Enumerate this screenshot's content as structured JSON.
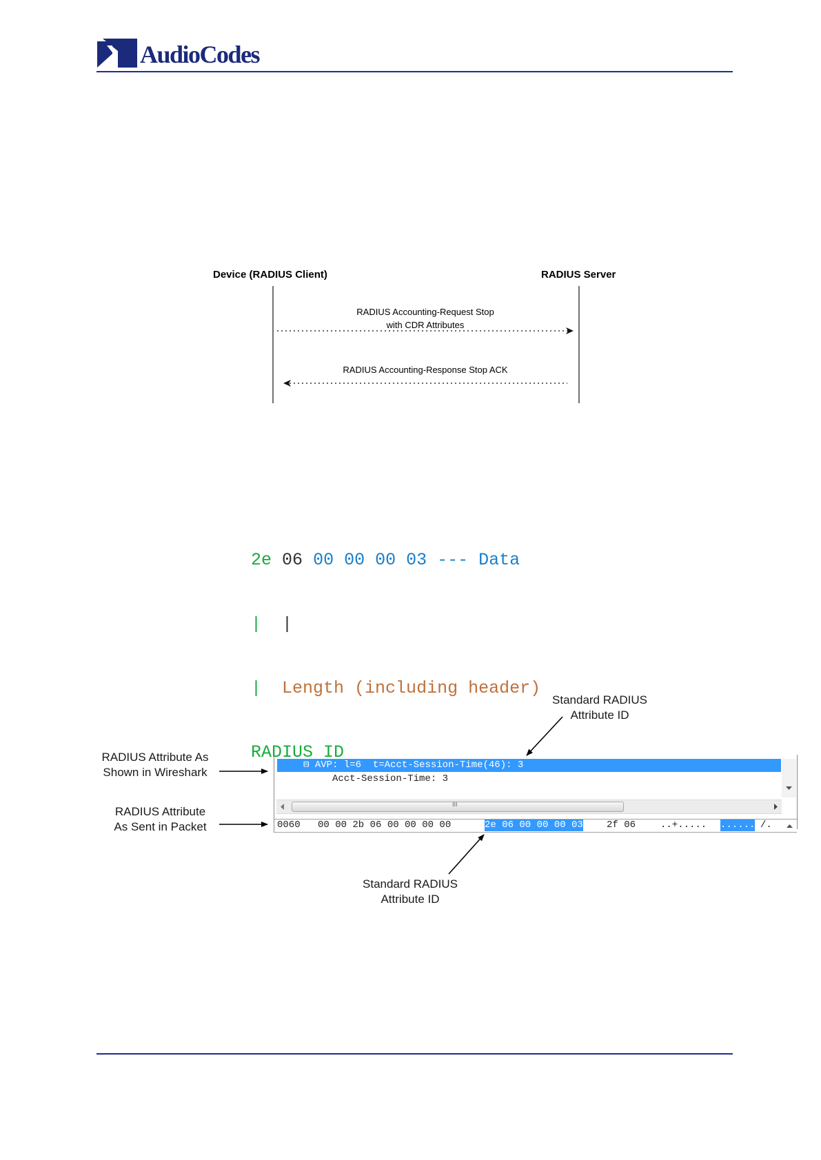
{
  "header": {
    "logo_text": "AudioCodes"
  },
  "sequence_diagram": {
    "client_label": "Device (RADIUS Client)",
    "server_label": "RADIUS Server",
    "request_line1": "RADIUS Accounting-Request Stop",
    "request_line2": "with CDR Attributes",
    "response_label": "RADIUS Accounting-Response Stop ACK"
  },
  "attribute_format": {
    "id_byte": "2e",
    "length_byte": "06",
    "data_bytes": "00 00 00 03",
    "data_marker": "---",
    "data_label": "Data",
    "pipe": "|",
    "length_label": "Length (including header)",
    "id_label": "RADIUS ID"
  },
  "wireshark": {
    "callout_top_1": "Standard RADIUS",
    "callout_top_2": "Attribute ID",
    "callout_bottom_1": "Standard RADIUS",
    "callout_bottom_2": "Attribute ID",
    "left_label_1a": "RADIUS Attribute As",
    "left_label_1b": "Shown in Wireshark",
    "left_label_2a": "RADIUS Attribute",
    "left_label_2b": "As Sent in Packet",
    "tree_toggle": "⊟",
    "tree_line": "AVP: l=6  t=Acct-Session-Time(46): 3",
    "tree_sub": "Acct-Session-Time: 3",
    "scroll_grip": "III",
    "offset": "0060",
    "hex_pre": "00 00 2b 06 00 00 00 00",
    "hex_hl": "2e 06 00 00 00 03",
    "hex_post": "2f 06",
    "ascii_pre": "..+.....",
    "ascii_hl": "......",
    "ascii_post": "/."
  }
}
